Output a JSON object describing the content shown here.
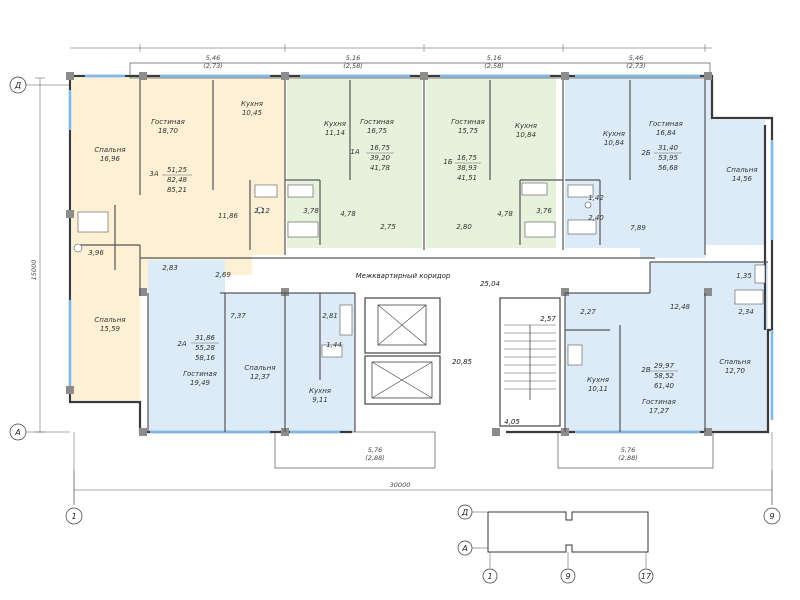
{
  "corridor_label": "Межквартирный коридор",
  "corridor_area": "25,04",
  "stair_labels": {
    "top": "2,57",
    "mid": "20,85",
    "bottom": "4,05"
  },
  "overall_width": "30000",
  "overall_height": "15000",
  "axes": {
    "left": "1",
    "right": "9",
    "top": "Д",
    "bottom": "А"
  },
  "top_dims": [
    {
      "a": "5,46",
      "b": "(2,73)"
    },
    {
      "a": "5,16",
      "b": "(2,58)"
    },
    {
      "a": "5,16",
      "b": "(2,58)"
    },
    {
      "a": "5,46",
      "b": "(2,73)"
    }
  ],
  "bottom_dims": [
    {
      "a": "5,76",
      "b": "(2,88)"
    },
    {
      "a": "5,76",
      "b": "(2,88)"
    }
  ],
  "apt_3a": {
    "code": "3А",
    "area1": "51,25",
    "area2": "82,48",
    "area3": "85,21",
    "rooms": {
      "bedroom1": {
        "name": "Спальня",
        "area": "16,96"
      },
      "living": {
        "name": "Гостиная",
        "area": "18,70"
      },
      "kitchen": {
        "name": "Кухня",
        "area": "10,45"
      },
      "bedroom2": {
        "name": "Спальня",
        "area": "15,59"
      },
      "hall": "11,86",
      "bath": "3,96",
      "wc": "2,12",
      "closet": "2,83"
    }
  },
  "apt_1a": {
    "code": "1А",
    "area1": "16,75",
    "area2": "39,20",
    "area3": "41,78",
    "rooms": {
      "kitchen": {
        "name": "Кухня",
        "area": "11,14"
      },
      "living": {
        "name": "Гостиная",
        "area": "16,75"
      },
      "bath": "3,78",
      "hall": "4,78",
      "closet": "2,75"
    }
  },
  "apt_1b": {
    "code": "1Б",
    "area1": "16,75",
    "area2": "38,93",
    "area3": "41,51",
    "rooms": {
      "living": {
        "name": "Гостиная",
        "area": "15,75"
      },
      "kitchen": {
        "name": "Кухня",
        "area": "10,84"
      },
      "bath": "3,76",
      "hall": "4,78",
      "closet": "2,80"
    }
  },
  "apt_2b": {
    "code": "2Б",
    "area1": "31,40",
    "area2": "53,95",
    "area3": "56,68",
    "rooms": {
      "kitchen": {
        "name": "Кухня",
        "area": "10,84"
      },
      "living": {
        "name": "Гостиная",
        "area": "16,84"
      },
      "bedroom": {
        "name": "Спальня",
        "area": "14,56"
      },
      "hall": "7,89",
      "bath": "2,40",
      "wc": "1,42"
    }
  },
  "apt_2a": {
    "code": "2А",
    "area1": "31,86",
    "area2": "55,28",
    "area3": "58,16",
    "rooms": {
      "living": {
        "name": "Гостиная",
        "area": "19,49"
      },
      "bedroom": {
        "name": "Спальня",
        "area": "12,37"
      },
      "kitchen": {
        "name": "Кухня",
        "area": "9,11"
      },
      "hall": "7,37",
      "closet": "2,69",
      "bath": "2,81",
      "wc": "1,44"
    }
  },
  "apt_2v": {
    "code": "2В",
    "area1": "29,97",
    "area2": "58,52",
    "area3": "61,40",
    "rooms": {
      "kitchen": {
        "name": "Кухня",
        "area": "10,11"
      },
      "living": {
        "name": "Гостиная",
        "area": "17,27"
      },
      "bedroom": {
        "name": "Спальня",
        "area": "12,70"
      },
      "hall": "12,48",
      "closet": "2,27",
      "bath": "1,35",
      "wc": "2,34"
    }
  },
  "keyplan": {
    "top": "Д",
    "bottom": "А",
    "axis1": "1",
    "axis2": "9",
    "axis3": "17"
  },
  "colors": {
    "apt_3a": "#fdf0d5",
    "apt_1": "#e6f2dc",
    "apt_2": "#dcebf7",
    "wall": "#3a3a3a",
    "window": "#7fb8e6"
  }
}
